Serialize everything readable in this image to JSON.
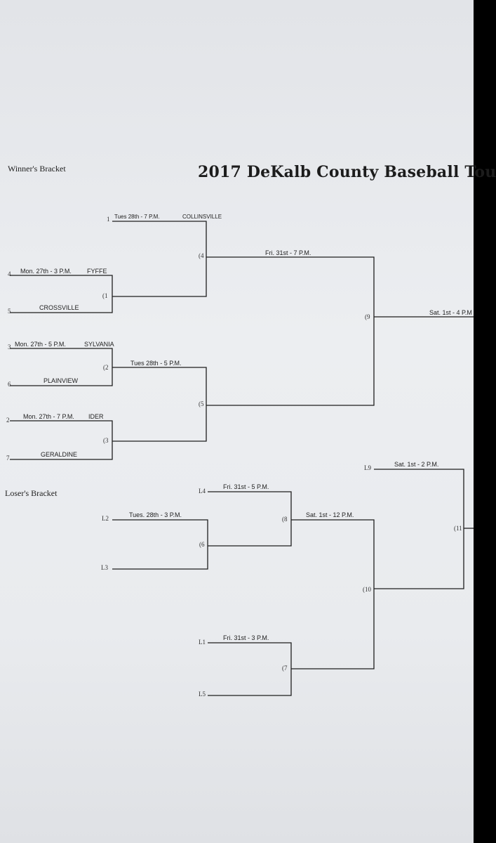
{
  "title": "2017 DeKalb County Baseball Tou",
  "sections": {
    "winners": "Winner's Bracket",
    "losers": "Loser's Bracket"
  },
  "winners_round1": [
    {
      "seed_top": "4",
      "game_time": "Mon. 27th - 3 P.M.",
      "team_top": "FYFFE",
      "seed_bottom": "5",
      "team_bottom": "CROSSVILLE",
      "game_no": "(1"
    },
    {
      "seed_top": "3",
      "game_time": "Mon. 27th - 5 P.M.",
      "team_top": "SYLVANIA",
      "seed_bottom": "6",
      "team_bottom": "PLAINVIEW",
      "game_no": "(2"
    },
    {
      "seed_top": "2",
      "game_time": "Mon. 27th - 7 P.M.",
      "team_top": "IDER",
      "seed_bottom": "7",
      "team_bottom": "GERALDINE",
      "game_no": "(3"
    }
  ],
  "winners_round2": [
    {
      "seed": "1",
      "game_time": "Tues 28th - 7 P.M.",
      "team": "COLLINSVILLE",
      "game_no": "(4"
    },
    {
      "game_time": "Tues 28th - 5 P.M.",
      "game_no": "(5"
    }
  ],
  "winners_semi": {
    "game_time": "Fri. 31st - 7 P.M.",
    "game_no": "(9"
  },
  "winners_final": {
    "game_time": "Sat. 1st - 4 P.M"
  },
  "losers": {
    "g6": {
      "seed_top": "L2",
      "seed_bottom": "L3",
      "game_time": "Tues. 28th - 3 P.M.",
      "game_no": "(6"
    },
    "g8": {
      "seed": "L4",
      "game_time": "Fri. 31st - 5 P.M.",
      "game_no": "(8"
    },
    "g7": {
      "seed_top": "L1",
      "seed_bottom": "L5",
      "game_time": "Fri. 31st - 3 P.M.",
      "game_no": "(7"
    },
    "g10": {
      "game_time": "Sat. 1st - 12 P.M.",
      "game_no": "(10"
    },
    "g11": {
      "seed": "L9",
      "game_time": "Sat. 1st - 2 P.M.",
      "game_no": "(11"
    }
  }
}
